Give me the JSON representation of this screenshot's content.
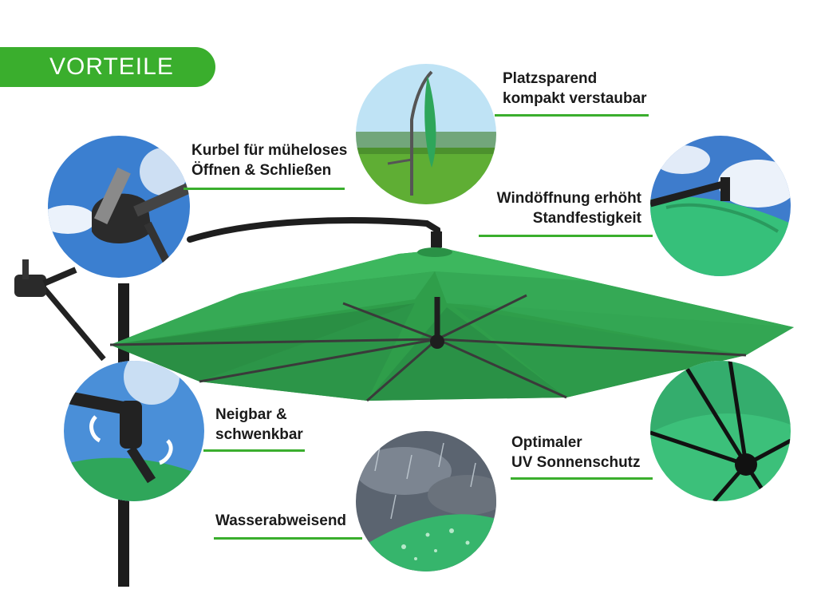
{
  "colors": {
    "accent": "#3aae2d",
    "canopy": "#2d9a4c",
    "canopy_light": "#3fb866",
    "frame": "#222222",
    "sky": "#4a8fd8"
  },
  "header": {
    "badge": "VORTEILE"
  },
  "features": {
    "crank": {
      "text": "Kurbel für müheloses\nÖffnen & Schließen",
      "icon": "crank-handle-icon"
    },
    "space": {
      "text": "Platzsparend\nkompakt verstaubar",
      "icon": "folded-umbrella-icon"
    },
    "wind": {
      "text": "Windöffnung erhöht\nStandfestigkeit",
      "icon": "wind-vent-icon"
    },
    "tilt": {
      "text": "Neigbar &\nschwenkbar",
      "icon": "tilt-swivel-icon"
    },
    "uv": {
      "text": "Optimaler\nUV Sonnenschutz",
      "icon": "uv-protection-icon"
    },
    "water": {
      "text": "Wasserabweisend",
      "icon": "water-repellent-icon"
    }
  }
}
